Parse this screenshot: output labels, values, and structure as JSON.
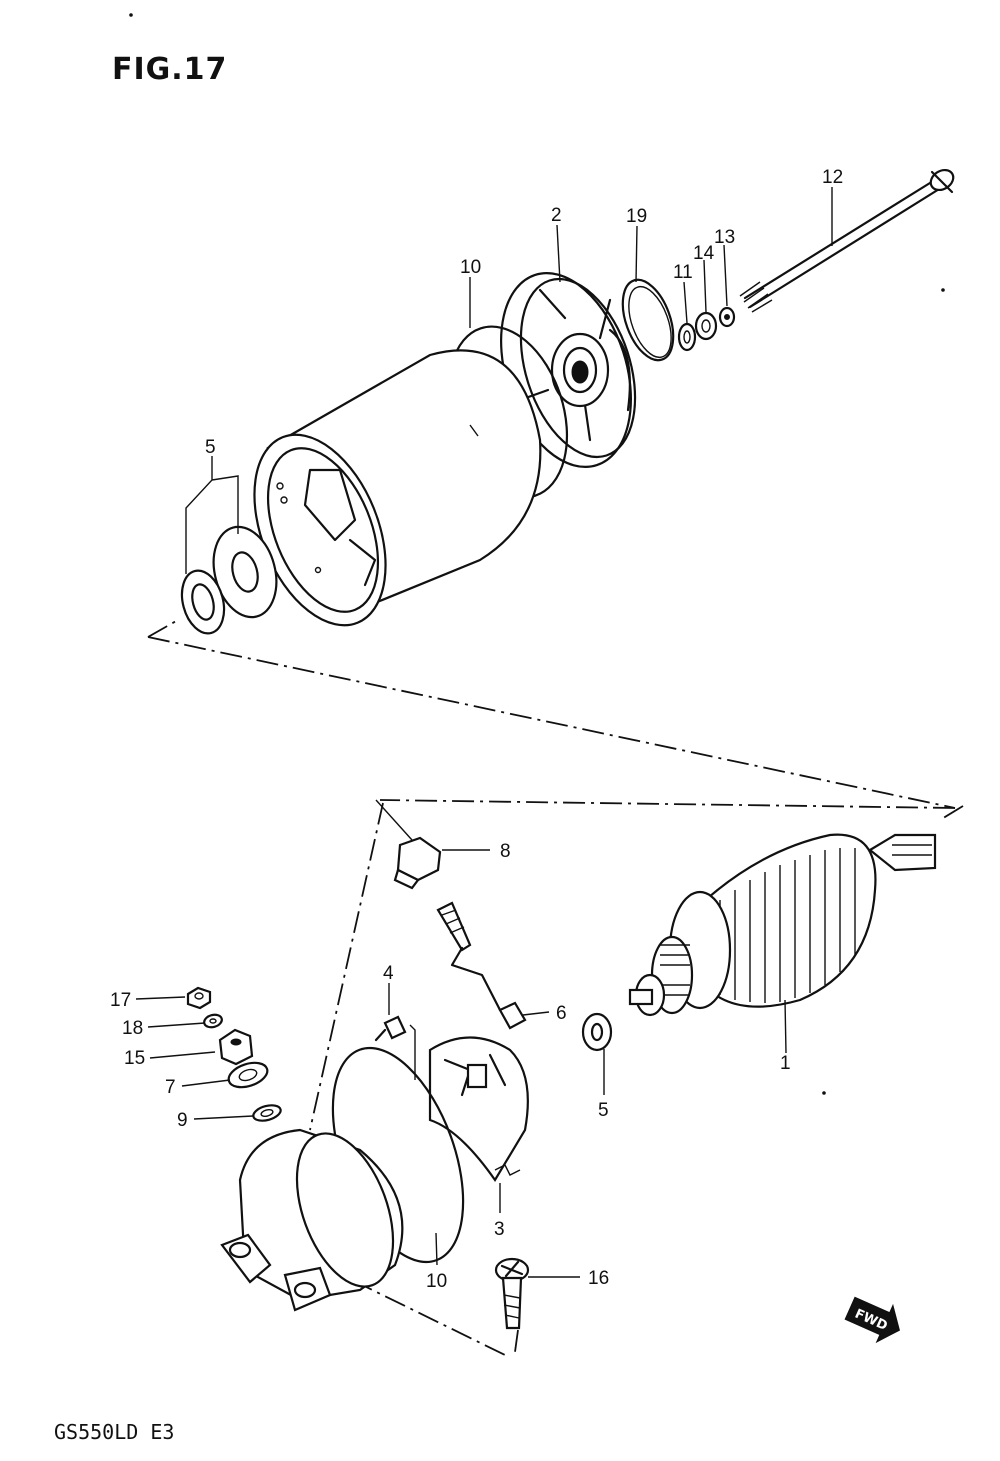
{
  "figure": {
    "title": "FIG.17",
    "model_code": "GS550LD E3",
    "direction_badge": "FWD"
  },
  "callouts": [
    {
      "id": "c12",
      "label": "12"
    },
    {
      "id": "c2",
      "label": "2"
    },
    {
      "id": "c19",
      "label": "19"
    },
    {
      "id": "c10a",
      "label": "10"
    },
    {
      "id": "c11",
      "label": "11"
    },
    {
      "id": "c14",
      "label": "14"
    },
    {
      "id": "c13",
      "label": "13"
    },
    {
      "id": "c5a",
      "label": "5"
    },
    {
      "id": "c8",
      "label": "8"
    },
    {
      "id": "c4",
      "label": "4"
    },
    {
      "id": "c6",
      "label": "6"
    },
    {
      "id": "c17",
      "label": "17"
    },
    {
      "id": "c18",
      "label": "18"
    },
    {
      "id": "c15",
      "label": "15"
    },
    {
      "id": "c7",
      "label": "7"
    },
    {
      "id": "c9",
      "label": "9"
    },
    {
      "id": "c5b",
      "label": "5"
    },
    {
      "id": "c1",
      "label": "1"
    },
    {
      "id": "c3",
      "label": "3"
    },
    {
      "id": "c10b",
      "label": "10"
    },
    {
      "id": "c16",
      "label": "16"
    }
  ]
}
